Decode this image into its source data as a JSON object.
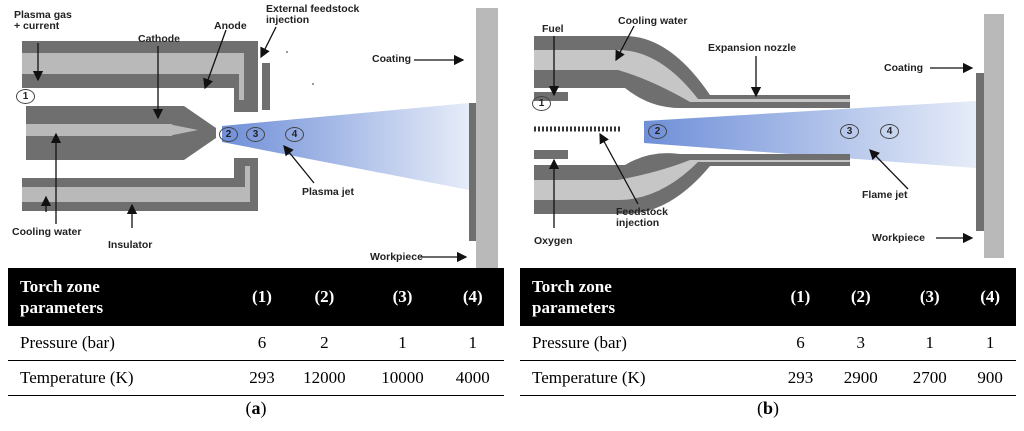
{
  "panel_a": {
    "labels": {
      "plasma_gas": [
        "Plasma gas",
        "+ current"
      ],
      "cathode": "Cathode",
      "anode": "Anode",
      "feedstock": [
        "External feedstock",
        "injection"
      ],
      "coating": "Coating",
      "plasma_jet": "Plasma jet",
      "cooling_water": "Cooling water",
      "insulator": "Insulator",
      "workpiece": "Workpiece"
    },
    "zones": [
      "1",
      "2",
      "3",
      "4"
    ],
    "table": {
      "header_title": [
        "Torch zone",
        "parameters"
      ],
      "columns": [
        "(1)",
        "(2)",
        "(3)",
        "(4)"
      ],
      "rows": [
        {
          "label": "Pressure (bar)",
          "values": [
            "6",
            "2",
            "1",
            "1"
          ]
        },
        {
          "label": "Temperature (K)",
          "values": [
            "293",
            "12000",
            "10000",
            "4000"
          ]
        }
      ]
    },
    "caption": {
      "open": "(",
      "letter": "a",
      "close": ")"
    }
  },
  "panel_b": {
    "labels": {
      "fuel": "Fuel",
      "cooling_water": "Cooling water",
      "expansion_nozzle": "Expansion nozzle",
      "coating": "Coating",
      "flame_jet": "Flame jet",
      "feedstock": [
        "Feedstock",
        "injection"
      ],
      "oxygen": "Oxygen",
      "workpiece": "Workpiece"
    },
    "zones": [
      "1",
      "2",
      "3",
      "4"
    ],
    "table": {
      "header_title": [
        "Torch zone",
        "parameters"
      ],
      "columns": [
        "(1)",
        "(2)",
        "(3)",
        "(4)"
      ],
      "rows": [
        {
          "label": "Pressure (bar)",
          "values": [
            "6",
            "3",
            "1",
            "1"
          ]
        },
        {
          "label": "Temperature (K)",
          "values": [
            "293",
            "2900",
            "2700",
            "900"
          ]
        }
      ]
    },
    "caption": {
      "open": "(",
      "letter": "b",
      "close": ")"
    }
  },
  "colors": {
    "dark_gray": "#6f6f6f",
    "mid_gray": "#8a8a8a",
    "light_gray": "#b9b9b9",
    "jet_blue": "#6f8fd8",
    "table_header": "#000000"
  }
}
